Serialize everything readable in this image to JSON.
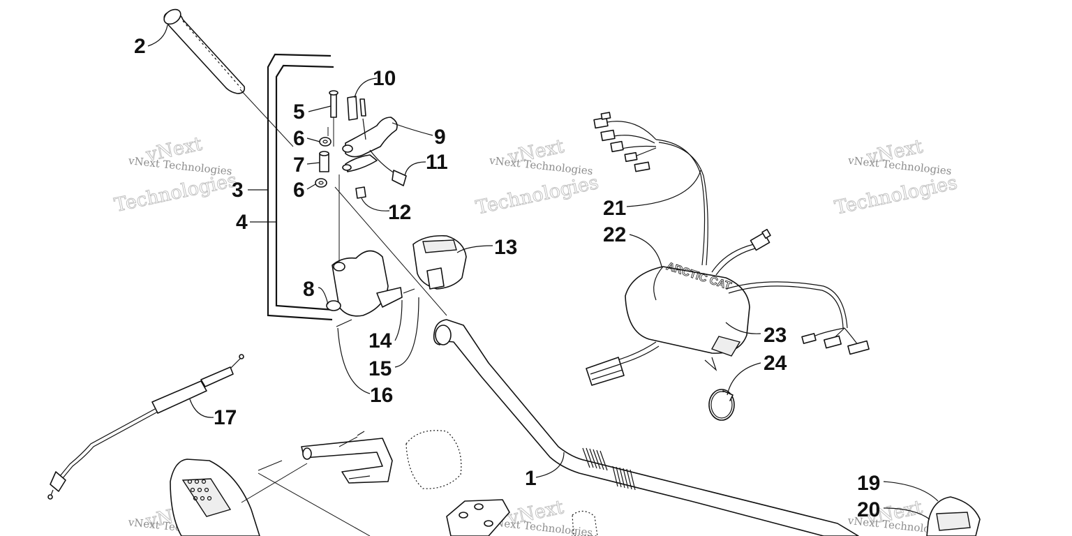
{
  "watermark": {
    "line1": "vNext Technologies",
    "outline_word1": "vNext",
    "outline_word2": "Technologies"
  },
  "brand_on_pad": "ARCTIC CAT",
  "callouts": [
    {
      "id": "c1",
      "label": "1"
    },
    {
      "id": "c2",
      "label": "2"
    },
    {
      "id": "c3",
      "label": "3"
    },
    {
      "id": "c4",
      "label": "4"
    },
    {
      "id": "c5",
      "label": "5"
    },
    {
      "id": "c6a",
      "label": "6"
    },
    {
      "id": "c6b",
      "label": "6"
    },
    {
      "id": "c7",
      "label": "7"
    },
    {
      "id": "c8",
      "label": "8"
    },
    {
      "id": "c9",
      "label": "9"
    },
    {
      "id": "c10",
      "label": "10"
    },
    {
      "id": "c11",
      "label": "11"
    },
    {
      "id": "c12",
      "label": "12"
    },
    {
      "id": "c13",
      "label": "13"
    },
    {
      "id": "c14",
      "label": "14"
    },
    {
      "id": "c15",
      "label": "15"
    },
    {
      "id": "c16",
      "label": "16"
    },
    {
      "id": "c17",
      "label": "17"
    },
    {
      "id": "c19",
      "label": "19"
    },
    {
      "id": "c20",
      "label": "20"
    },
    {
      "id": "c21",
      "label": "21"
    },
    {
      "id": "c22",
      "label": "22"
    },
    {
      "id": "c23",
      "label": "23"
    },
    {
      "id": "c24",
      "label": "24"
    }
  ]
}
